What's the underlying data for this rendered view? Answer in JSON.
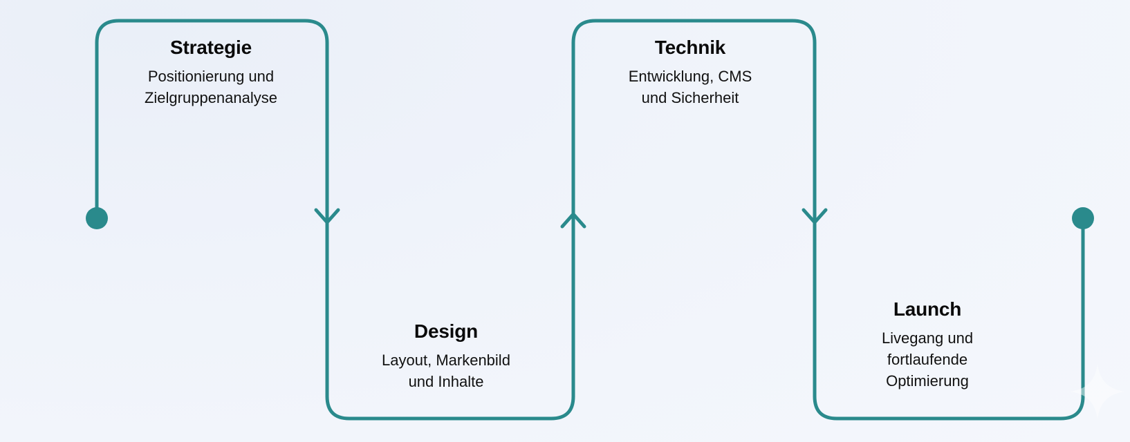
{
  "theme": {
    "accent_color": "#2a8a8c",
    "background_start": "#eaeff8",
    "background_end": "#f4f7fc",
    "title_color": "#0a0a0a",
    "text_color": "#111111"
  },
  "diagram": {
    "type": "serpentine-process-flow",
    "orientation": "horizontal-snake",
    "stroke_width": 5,
    "corner_radius": 32,
    "start_marker": "dot",
    "end_marker": "dot",
    "connector_marker": "chevron-arrow",
    "steps": [
      {
        "index": 1,
        "title": "Strategie",
        "description_lines": [
          "Positionierung und",
          "Zielgruppenanalyse"
        ],
        "description": "Positionierung und Zielgruppenanalyse",
        "position": "top"
      },
      {
        "index": 2,
        "title": "Design",
        "description_lines": [
          "Layout, Markenbild",
          "und Inhalte"
        ],
        "description": "Layout, Markenbild und Inhalte",
        "position": "bottom"
      },
      {
        "index": 3,
        "title": "Technik",
        "description_lines": [
          "Entwicklung, CMS",
          "und Sicherheit"
        ],
        "description": "Entwicklung, CMS und Sicherheit",
        "position": "top"
      },
      {
        "index": 4,
        "title": "Launch",
        "description_lines": [
          "Livegang und",
          "fortlaufende",
          "Optimierung"
        ],
        "description": "Livegang und fortlaufende Optimierung",
        "position": "bottom"
      }
    ]
  },
  "decoration": {
    "sparkle_icon": "sparkle-icon"
  }
}
